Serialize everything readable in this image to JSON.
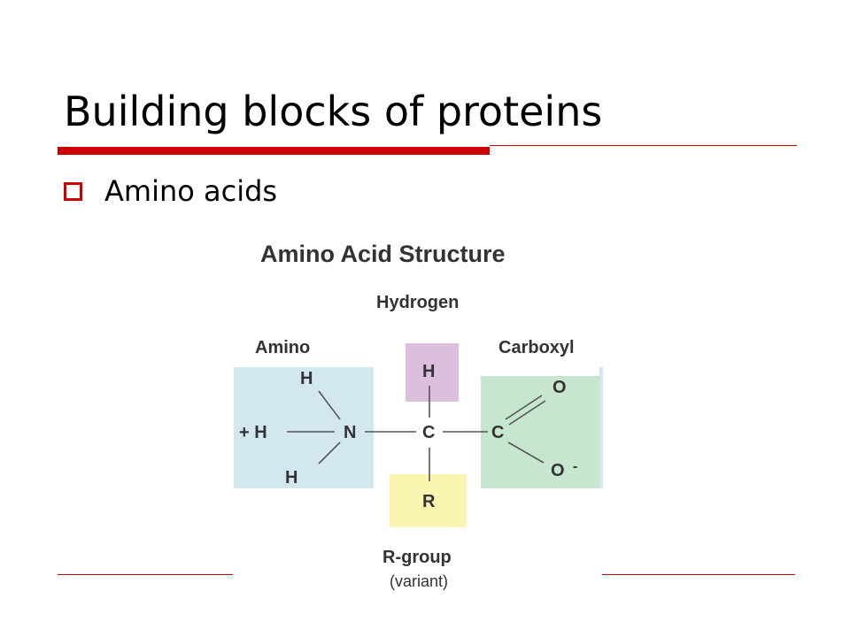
{
  "slide": {
    "title": "Building blocks of proteins",
    "bullets": [
      {
        "text": "Amino acids"
      }
    ]
  },
  "diagram": {
    "heading": "Amino Acid Structure",
    "labels": {
      "hydrogen": "Hydrogen",
      "amino": "Amino",
      "carboxyl": "Carboxyl",
      "rgroup": "R-group",
      "variant": "(variant)"
    },
    "atoms": {
      "amino_h_top": "H",
      "amino_h_left": "+ H",
      "nitrogen": "N",
      "amino_h_bottom": "H",
      "alpha_h": "H",
      "alpha_c": "C",
      "r": "R",
      "carboxyl_c": "C",
      "oxygen_double": "O",
      "oxygen_single": "O",
      "charge_minus": "-"
    },
    "colors": {
      "amino_box": "#d2e8ee",
      "hydrogen_box": "#dcbfdc",
      "carboxyl_box": "#c7e6cf",
      "rgroup_box": "#fbf5b2",
      "accent": "#cc0000"
    }
  }
}
